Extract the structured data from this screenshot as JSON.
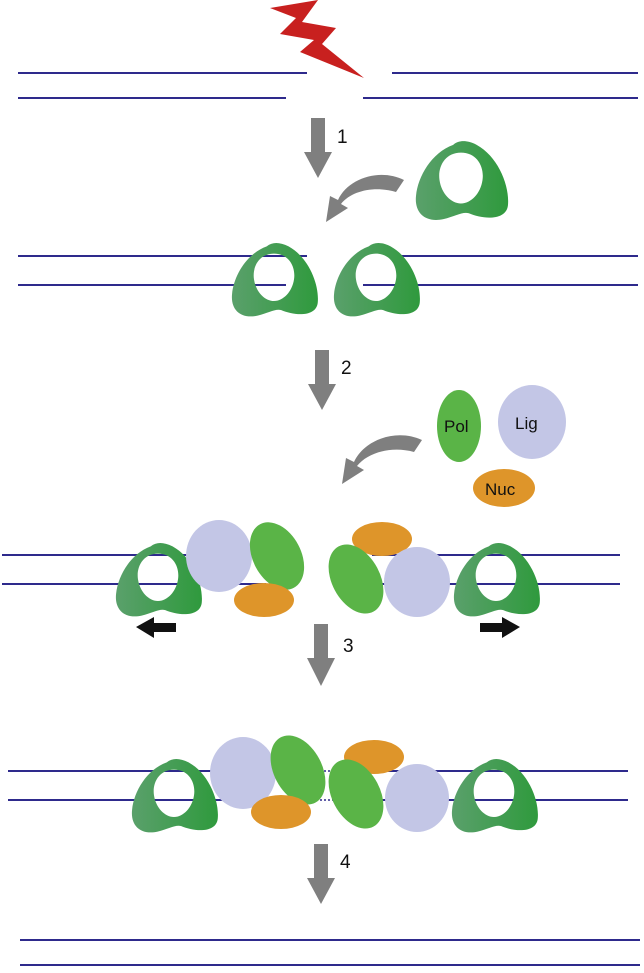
{
  "colors": {
    "dna": "#2e2a8c",
    "arrow": "#7f7f7f",
    "lightning": "#c8201f",
    "ku_light": "#5aa06b",
    "ku_dark": "#2f9a3d",
    "pol": "#5ab447",
    "lig": "#c3c6e6",
    "nuc": "#de952a",
    "black_arrow": "#111111"
  },
  "steps": [
    "1",
    "2",
    "3",
    "4"
  ],
  "proteins": {
    "pol": "Pol",
    "lig": "Lig",
    "nuc": "Nuc"
  },
  "icons": [
    "lightning-bolt-icon",
    "curved-arrow-icon",
    "down-arrow-icon",
    "left-arrow-icon",
    "right-arrow-icon"
  ]
}
